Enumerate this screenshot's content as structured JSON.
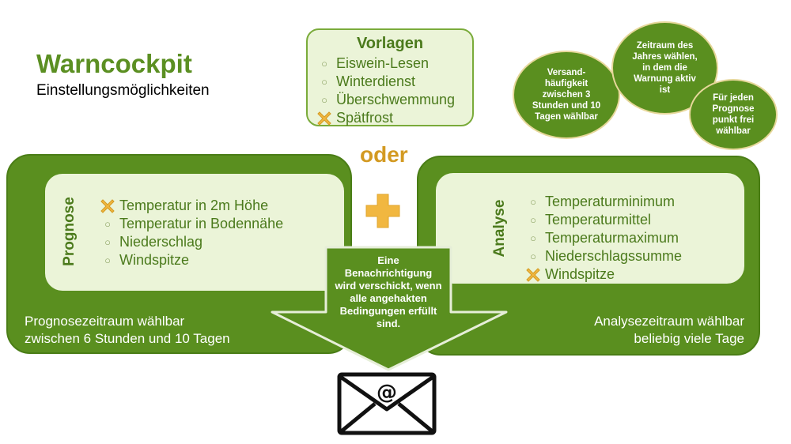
{
  "header": {
    "title": "Warncockpit",
    "subtitle": "Einstellungsmöglichkeiten"
  },
  "vorlagen": {
    "title": "Vorlagen",
    "items": [
      {
        "label": "Eiswein-Lesen",
        "checked": false
      },
      {
        "label": "Winterdienst",
        "checked": false
      },
      {
        "label": "Überschwemmung",
        "checked": false
      },
      {
        "label": "Spätfrost",
        "checked": true
      }
    ]
  },
  "connector": {
    "oder": "oder"
  },
  "bubbles": {
    "versand": "Versand-häufigkeit zwischen 3 Stunden und 10 Tagen wählbar",
    "zeitraum": "Zeitraum des Jahres wählen, in dem die Warnung aktiv ist",
    "prognosepunkt": "Für jeden Prognose punkt frei wählbar"
  },
  "prognose": {
    "label": "Prognose",
    "items": [
      {
        "label": "Temperatur in 2m Höhe",
        "checked": true
      },
      {
        "label": "Temperatur in Bodennähe",
        "checked": false
      },
      {
        "label": "Niederschlag",
        "checked": false
      },
      {
        "label": "Windspitze",
        "checked": false
      }
    ],
    "footer_line1": "Prognosezeitraum wählbar",
    "footer_line2": "zwischen 6 Stunden und 10 Tagen"
  },
  "analyse": {
    "label": "Analyse",
    "items": [
      {
        "label": "Temperaturminimum",
        "checked": false
      },
      {
        "label": "Temperaturmittel",
        "checked": false
      },
      {
        "label": "Temperaturmaximum",
        "checked": false
      },
      {
        "label": "Niederschlagssumme",
        "checked": false
      },
      {
        "label": "Windspitze",
        "checked": true
      }
    ],
    "footer_line1": "Analysezeitraum wählbar",
    "footer_line2": "beliebig viele Tage"
  },
  "notification": {
    "text": "Eine Benachrichtigung wird verschickt, wenn alle angehakten Bedingungen erfüllt sind.",
    "icon": "email-envelope-icon"
  },
  "colors": {
    "green_dark": "#5a8f1f",
    "green_light": "#ebf4d8",
    "orange": "#f1b740",
    "text_green": "#4b7a1c"
  }
}
